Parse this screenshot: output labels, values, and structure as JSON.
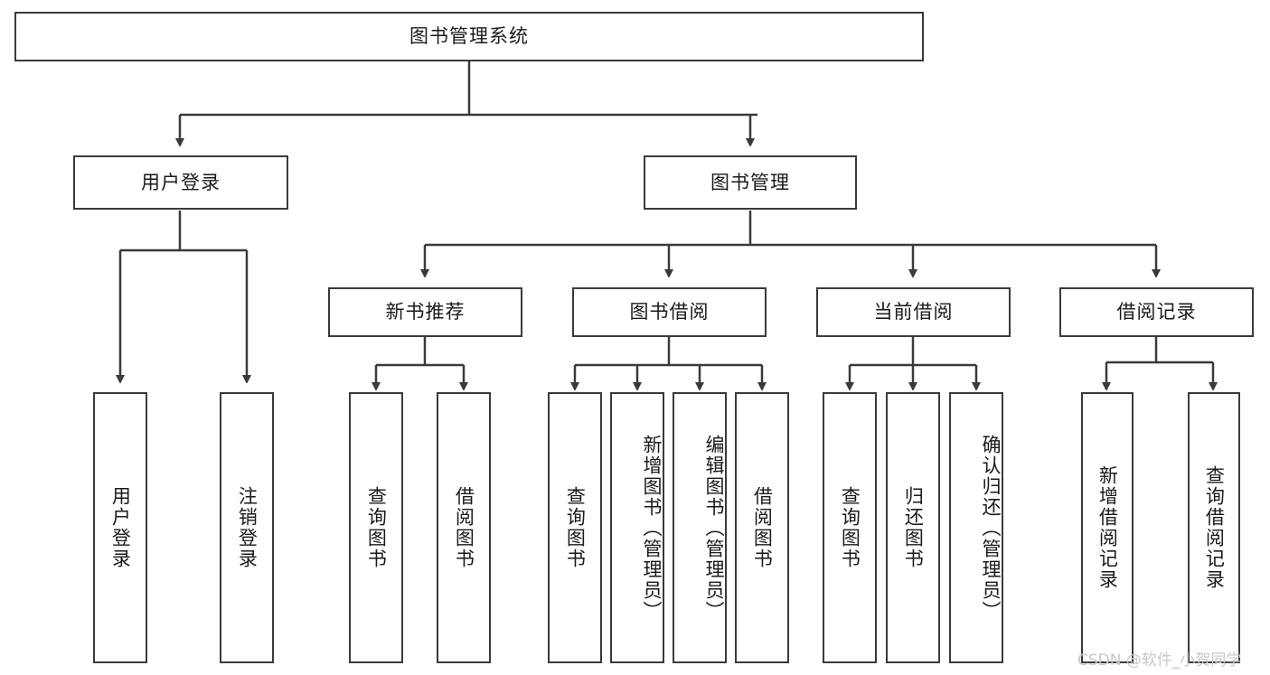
{
  "diagram": {
    "title_node": {
      "label": "图书管理系统"
    },
    "level1": [
      {
        "id": "user-login",
        "label": "用户登录"
      },
      {
        "id": "book-manage",
        "label": "图书管理"
      }
    ],
    "level2": [
      {
        "id": "new-book-recommend",
        "label": "新书推荐"
      },
      {
        "id": "book-borrow",
        "label": "图书借阅"
      },
      {
        "id": "current-borrow",
        "label": "当前借阅"
      },
      {
        "id": "borrow-record",
        "label": "借阅记录"
      }
    ],
    "leaves": {
      "user_login": [
        {
          "id": "leaf-user-login",
          "label": "用户登录"
        },
        {
          "id": "leaf-logout-login",
          "label": "注销登录"
        }
      ],
      "new_book_recommend": [
        {
          "id": "leaf-query-book-1",
          "label": "查询图书"
        },
        {
          "id": "leaf-borrow-book-1",
          "label": "借阅图书"
        }
      ],
      "book_borrow": [
        {
          "id": "leaf-query-book-2",
          "label": "查询图书"
        },
        {
          "id": "leaf-add-book",
          "label": "新增图书（管理员）"
        },
        {
          "id": "leaf-edit-book",
          "label": "编辑图书（管理员）"
        },
        {
          "id": "leaf-borrow-book-2",
          "label": "借阅图书"
        }
      ],
      "current_borrow": [
        {
          "id": "leaf-query-book-3",
          "label": "查询图书"
        },
        {
          "id": "leaf-return-book",
          "label": "归还图书"
        },
        {
          "id": "leaf-confirm-return",
          "label": "确认归还（管理员）"
        }
      ],
      "borrow_record": [
        {
          "id": "leaf-add-record",
          "label": "新增借阅记录"
        },
        {
          "id": "leaf-query-record",
          "label": "查询借阅记录"
        }
      ]
    },
    "watermark": "CSDN @软件_小贺同学",
    "colors": {
      "stroke": "#3a3a3a",
      "fill": "#ffffff",
      "text": "#1a1a1a",
      "watermark": "#c8c8c8"
    }
  }
}
